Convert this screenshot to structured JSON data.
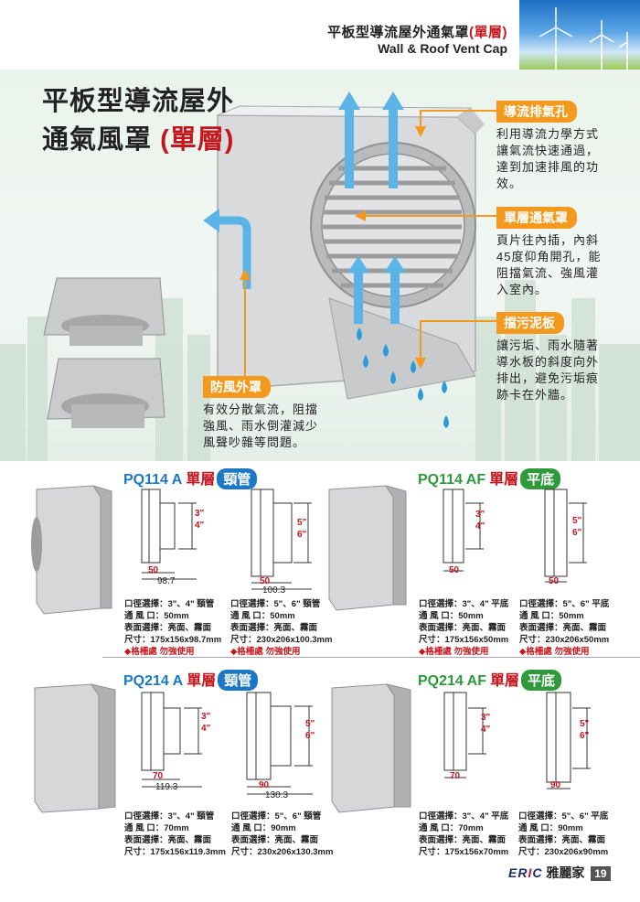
{
  "header": {
    "title_main": "平板型導流屋外通氣罩",
    "title_paren": "(單層)",
    "subtitle": "Wall & Roof Vent Cap"
  },
  "hero": {
    "title_line1": "平板型導流屋外",
    "title_line2": "通氣風罩",
    "title_paren": "(單層)",
    "callouts": [
      {
        "tag": "導流排氣孔",
        "lines": [
          "利用導流力學方式",
          "讓氣流快速通過，",
          "達到加速排風的功",
          "效。"
        ]
      },
      {
        "tag": "單層通氣罩",
        "lines": [
          "頁片往內插，內斜",
          "45度仰角開孔，能",
          "阻擋氣流、強風灌",
          "入室內。"
        ]
      },
      {
        "tag": "擋污泥板",
        "lines": [
          "讓污垢、雨水隨著",
          "導水板的斜度向外",
          "排出，避免污垢痕",
          "跡卡在外牆。"
        ]
      },
      {
        "tag": "防風外罩",
        "lines": [
          "有效分散氣流，阻擋",
          "強風、雨水倒灌減少",
          "風聲吵雜等問題。"
        ]
      }
    ]
  },
  "colors": {
    "brand_red": "#c4161c",
    "brand_blue": "#1b78c8",
    "brand_green": "#2f9a3c",
    "callout_orange": "#f39a1e",
    "water_blue": "#2a9ad8"
  },
  "sections": [
    {
      "model": "PQ114 A",
      "layer": "單層",
      "badge": "頸管",
      "dims_a": {
        "sizes": [
          "3\"",
          "4\""
        ],
        "mouth": "50",
        "depth": "98.7"
      },
      "dims_b": {
        "sizes": [
          "5\"",
          "6\""
        ],
        "mouth": "50",
        "depth": "100.3"
      },
      "spec_a": [
        "口徑選擇：3\"、4\" 頸管",
        "通 風 口：50mm",
        "表面選擇：亮面、霧面",
        "尺寸：175x156x98.7mm"
      ],
      "spec_b": [
        "口徑選擇：5\"、6\" 頸管",
        "通 風 口：50mm",
        "表面選擇：亮面、霧面",
        "尺寸：230x206x100.3mm"
      ],
      "note_a": "◆格柵處 勿強使用",
      "note_b": "◆格柵處 勿強使用"
    },
    {
      "model": "PQ114 AF",
      "layer": "單層",
      "badge": "平底",
      "dims_a": {
        "sizes": [
          "3\"",
          "4\""
        ],
        "mouth": "50"
      },
      "dims_b": {
        "sizes": [
          "5\"",
          "6\""
        ],
        "mouth": "50"
      },
      "spec_a": [
        "口徑選擇：3\"、4\" 平底",
        "通 風 口：50mm",
        "表面選擇：亮面、霧面",
        "尺寸：175x156x50mm"
      ],
      "spec_b": [
        "口徑選擇：5\"、6\" 平底",
        "通 風 口：50mm",
        "表面選擇：亮面、霧面",
        "尺寸：230x206x50mm"
      ],
      "note_a": "◆格柵處 勿強使用",
      "note_b": "◆格柵處 勿強使用"
    },
    {
      "model": "PQ214 A",
      "layer": "單層",
      "badge": "頸管",
      "dims_a": {
        "sizes": [
          "3\"",
          "4\""
        ],
        "mouth": "70",
        "depth": "119.3"
      },
      "dims_b": {
        "sizes": [
          "5\"",
          "6\""
        ],
        "mouth": "90",
        "depth": "130.3"
      },
      "spec_a": [
        "口徑選擇：3\"、4\" 頸管",
        "通 風 口：70mm",
        "表面選擇：亮面、霧面",
        "尺寸：175x156x119.3mm"
      ],
      "spec_b": [
        "口徑選擇：5\"、6\" 頸管",
        "通 風 口：90mm",
        "表面選擇：亮面、霧面",
        "尺寸：230x206x130.3mm"
      ]
    },
    {
      "model": "PQ214 AF",
      "layer": "單層",
      "badge": "平底",
      "dims_a": {
        "sizes": [
          "3\"",
          "4\""
        ],
        "mouth": "70"
      },
      "dims_b": {
        "sizes": [
          "5\"",
          "6\""
        ],
        "mouth": "90"
      },
      "spec_a": [
        "口徑選擇：3\"、4\" 平底",
        "通 風 口：70mm",
        "表面選擇：亮面、霧面",
        "尺寸：175x156x70mm"
      ],
      "spec_b": [
        "口徑選擇：5\"、6\" 平底",
        "通 風 口：90mm",
        "表面選擇：亮面、霧面",
        "尺寸：230x206x90mm"
      ]
    }
  ],
  "footer": {
    "brand_e": "ER",
    "brand_c": "I",
    "brand_rest": "C",
    "brand_cn": "雅麗家",
    "page": "19"
  }
}
